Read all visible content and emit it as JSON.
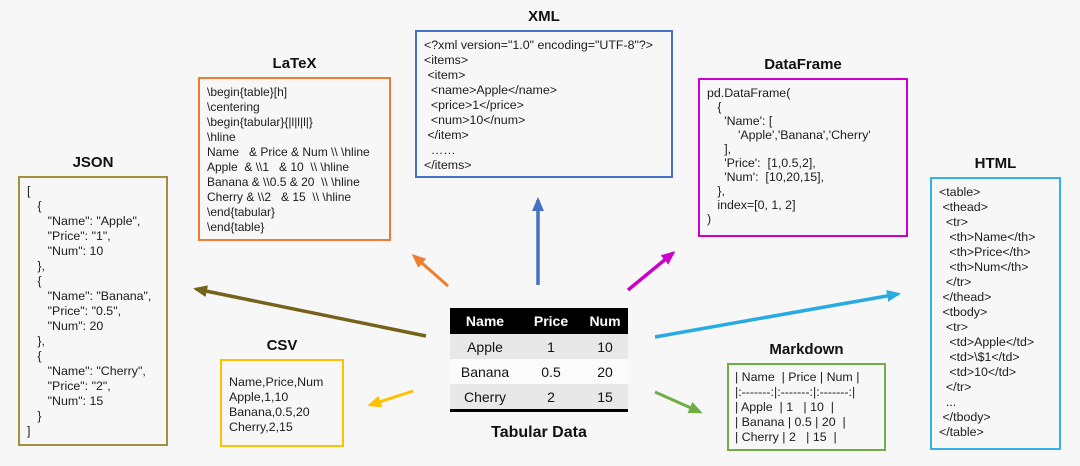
{
  "diagram_title": "Tabular Data",
  "background_color": "#f7f7f7",
  "center_table": {
    "caption": "Tabular Data",
    "headers": [
      "Name",
      "Price",
      "Num"
    ],
    "rows": [
      [
        "Apple",
        "1",
        "10"
      ],
      [
        "Banana",
        "0.5",
        "20"
      ],
      [
        "Cherry",
        "2",
        "15"
      ]
    ],
    "header_bg": "#000000",
    "header_text": "#ffffff",
    "stripe_bg": "#e8e8e8"
  },
  "formats": {
    "json": {
      "title": "JSON",
      "accent": "#a3903c",
      "code": "[\n   {\n      \"Name\": \"Apple\",\n      \"Price\": \"1\",\n      \"Num\": 10\n   },\n   {\n      \"Name\": \"Banana\",\n      \"Price\": \"0.5\",\n      \"Num\": 20\n   },\n   {\n      \"Name\": \"Cherry\",\n      \"Price\": \"2\",\n      \"Num\": 15\n   }\n]"
    },
    "latex": {
      "title": "LaTeX",
      "accent": "#ed7d31",
      "code": "\\begin{table}[h]\n\\centering\n\\begin{tabular}{|l|l|l|}\n\\hline\nName   & Price & Num \\\\ \\hline\nApple  & \\\\1   & 10  \\\\ \\hline\nBanana & \\\\0.5 & 20  \\\\ \\hline\nCherry & \\\\2   & 15  \\\\ \\hline\n\\end{tabular}\n\\end{table}"
    },
    "xml": {
      "title": "XML",
      "accent": "#4472c4",
      "code": "<?xml version=\"1.0\" encoding=\"UTF-8\"?>\n<items>\n <item>\n  <name>Apple</name>\n  <price>1</price>\n  <num>10</num>\n </item>\n  ……\n</items>"
    },
    "dataframe": {
      "title": "DataFrame",
      "accent": "#cc00cc",
      "code": "pd.DataFrame(\n   {\n     'Name': [\n         'Apple','Banana','Cherry'\n     ],\n     'Price':  [1,0.5,2],\n     'Num':  [10,20,15],\n   },\n   index=[0, 1, 2]\n)"
    },
    "html": {
      "title": "HTML",
      "accent": "#33b1e8",
      "code": "<table>\n <thead>\n  <tr>\n   <th>Name</th>\n   <th>Price</th>\n   <th>Num</th>\n  </tr>\n </thead>\n <tbody>\n  <tr>\n   <td>Apple</td>\n   <td>\\$1</td>\n   <td>10</td>\n  </tr>\n  ...\n </tbody>\n</table>"
    },
    "csv": {
      "title": "CSV",
      "accent": "#ffc000",
      "code": "Name,Price,Num\nApple,1,10\nBanana,0.5,20\nCherry,2,15"
    },
    "markdown": {
      "title": "Markdown",
      "accent": "#70ad47",
      "code": "| Name  | Price | Num |\n|:-------:|:-------:|:-------:|\n| Apple  | 1   | 10  |\n| Banana | 0.5 | 20  |\n| Cherry | 2   | 15  |"
    }
  },
  "arrow_colors": {
    "to_json": "#75621b",
    "to_latex": "#ed7d31",
    "to_xml": "#4472c4",
    "to_dataframe": "#cc00cc",
    "to_html": "#29abe2",
    "to_csv": "#ffc000",
    "to_markdown": "#70ad47"
  }
}
